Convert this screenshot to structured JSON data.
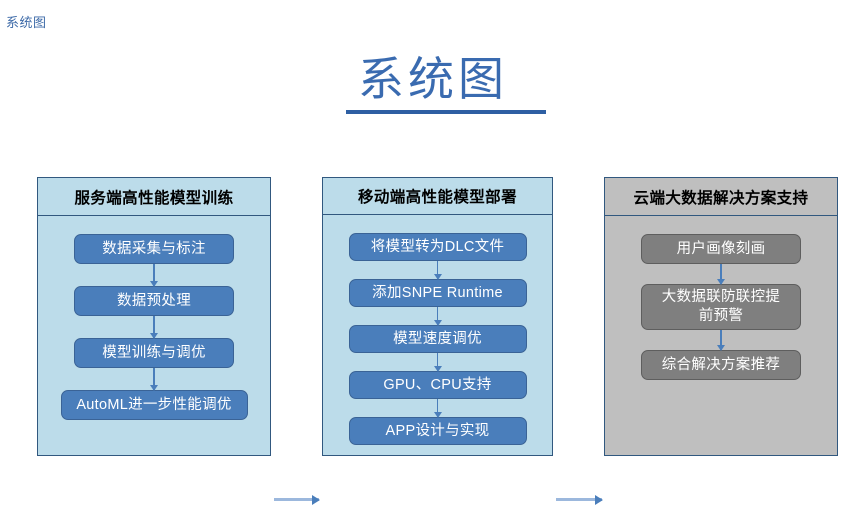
{
  "corner_label": "系统图",
  "title": "系统图",
  "accent_color": "#3a6bb0",
  "panels": [
    {
      "id": "server-training",
      "header": "服务端高性能模型训练",
      "theme": "blue",
      "panel_fill": "#bcdcea",
      "node_fill": "#4a7ebb",
      "nodes": [
        {
          "label": "数据采集与标注",
          "wide": false
        },
        {
          "label": "数据预处理",
          "wide": false
        },
        {
          "label": "模型训练与调优",
          "wide": false
        },
        {
          "label": "AutoML进一步性能调优",
          "wide": true
        }
      ]
    },
    {
      "id": "mobile-deployment",
      "header": "移动端高性能模型部署",
      "theme": "blue",
      "panel_fill": "#bcdcea",
      "node_fill": "#4a7ebb",
      "nodes": [
        {
          "label": "将模型转为DLC文件",
          "wide": false
        },
        {
          "label": "添加SNPE Runtime",
          "wide": false
        },
        {
          "label": "模型速度调优",
          "wide": false
        },
        {
          "label": "GPU、CPU支持",
          "wide": false
        },
        {
          "label": "APP设计与实现",
          "wide": false
        }
      ]
    },
    {
      "id": "cloud-bigdata",
      "header": "云端大数据解决方案支持",
      "theme": "grey",
      "panel_fill": "#bfbfbf",
      "node_fill": "#7f7f7f",
      "nodes": [
        {
          "label": "用户画像刻画",
          "tall": false
        },
        {
          "label": "大数据联防联控提\n前预警",
          "tall": true
        },
        {
          "label": "综合解决方案推荐",
          "tall": false
        }
      ]
    }
  ],
  "connectors": [
    {
      "from": "server-training",
      "to": "mobile-deployment",
      "direction": "right"
    },
    {
      "from": "mobile-deployment",
      "to": "cloud-bigdata",
      "direction": "right"
    }
  ]
}
